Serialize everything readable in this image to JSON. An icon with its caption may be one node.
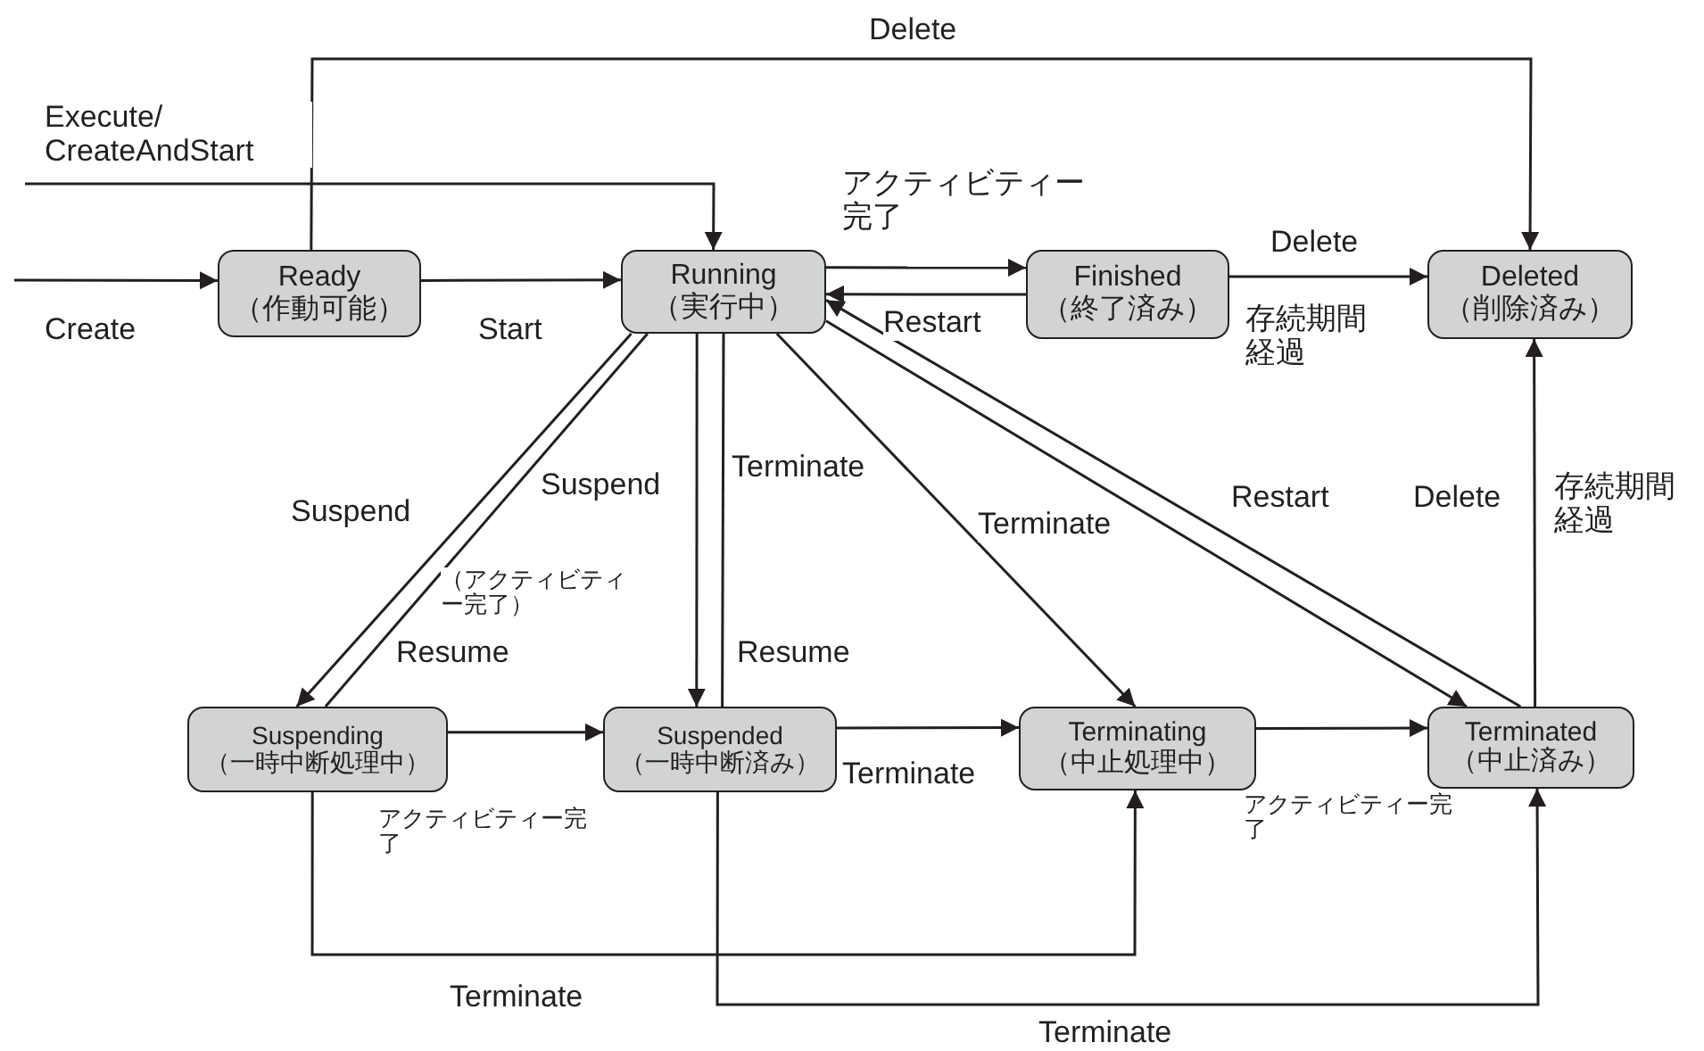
{
  "diagram": {
    "nodes": [
      {
        "text": [
          "Ready",
          "（作動可能）"
        ]
      },
      {
        "text": [
          "Running",
          "（実行中）"
        ]
      },
      {
        "text": [
          "Finished",
          "（終了済み）"
        ]
      },
      {
        "text": [
          "Deleted",
          "（削除済み）"
        ]
      },
      {
        "text": [
          "Suspending",
          "（一時中断処理中）"
        ]
      },
      {
        "text": [
          "Suspended",
          "（一時中断済み）"
        ]
      },
      {
        "text": [
          "Terminating",
          "（中止処理中）"
        ]
      },
      {
        "text": [
          "Terminated",
          "（中止済み）"
        ]
      }
    ],
    "edges": [
      {
        "from": null,
        "to": 0,
        "arrow": "to",
        "label": "Create"
      },
      {
        "from": null,
        "to": 1,
        "arrow": "to",
        "label": "Execute/ CreateAndStart"
      },
      {
        "from": 0,
        "to": 1,
        "arrow": "to",
        "label": "Start"
      },
      {
        "from": 0,
        "to": 3,
        "arrow": "to",
        "label": "Delete"
      },
      {
        "from": 1,
        "to": 2,
        "arrow": "to",
        "label": "アクティビティー完了"
      },
      {
        "from": 2,
        "to": 1,
        "arrow": "to",
        "label": "Restart"
      },
      {
        "from": 2,
        "to": 3,
        "arrow": "to",
        "label": "Delete"
      },
      {
        "from": 1,
        "to": 4,
        "arrow": "to",
        "label": "Suspend"
      },
      {
        "from": 4,
        "to": 1,
        "arrow": "none",
        "label": "Resume"
      },
      {
        "from": 1,
        "to": 5,
        "arrow": "to",
        "label": "Suspend"
      },
      {
        "from": 5,
        "to": 1,
        "arrow": "none",
        "label": "Resume"
      },
      {
        "from": 1,
        "to": 6,
        "arrow": "to",
        "label": "Terminate"
      },
      {
        "from": 1,
        "to": 7,
        "arrow": "to"
      },
      {
        "from": 7,
        "to": 1,
        "arrow": "to",
        "label": "Restart"
      },
      {
        "from": 7,
        "to": 3,
        "arrow": "to",
        "label": "Delete"
      },
      {
        "from": 4,
        "to": 5,
        "arrow": "to",
        "label": "アクティビティー完了"
      },
      {
        "from": 5,
        "to": 6,
        "arrow": "to",
        "label": "Terminate"
      },
      {
        "from": 6,
        "to": 7,
        "arrow": "to",
        "label": "アクティビティー完了"
      },
      {
        "from": 4,
        "to": 6,
        "arrow": "to",
        "label": "Terminate"
      },
      {
        "from": 5,
        "to": 7,
        "arrow": "to",
        "label": "Terminate"
      }
    ],
    "labels": [
      "存続期間経過",
      "（アクティビティー完了）",
      "Terminate",
      "存続期間経過"
    ]
  }
}
